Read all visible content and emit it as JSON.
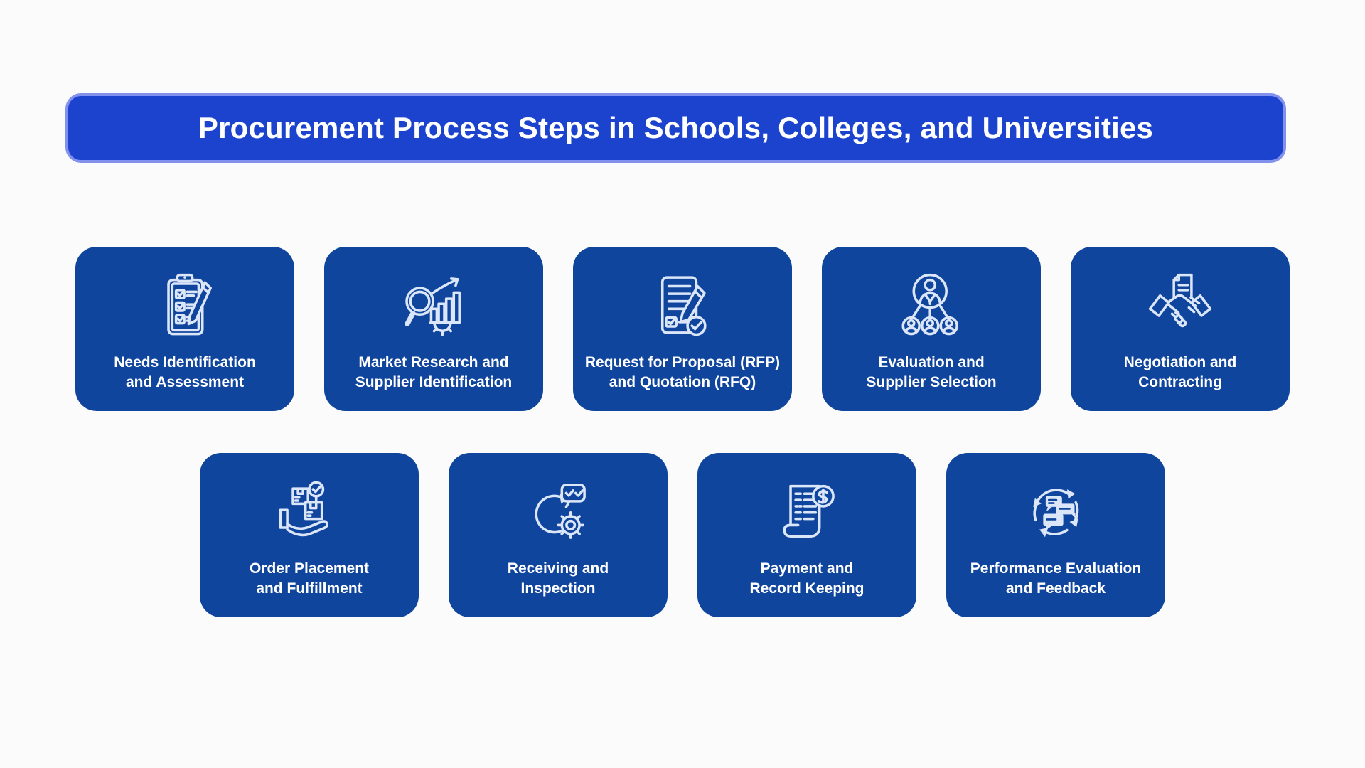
{
  "title": {
    "text": "Procurement Process Steps in Schools, Colleges, and Universities"
  },
  "colors": {
    "page_bg": "#fbfbfb",
    "title_bg": "#1c43cd",
    "title_border": "#8290ee",
    "card_bg": "#10459e",
    "icon_stroke": "#dbe6f9",
    "text": "#ffffff"
  },
  "cards": [
    {
      "icon": "checklist-clipboard-icon",
      "lines": [
        "Needs Identification",
        "and Assessment"
      ]
    },
    {
      "icon": "market-research-magnifier-icon",
      "lines": [
        "Market Research and",
        "Supplier Identification"
      ]
    },
    {
      "icon": "rfp-document-pencil-icon",
      "lines": [
        "Request for Proposal (RFP)",
        "and Quotation (RFQ)"
      ]
    },
    {
      "icon": "supplier-org-chart-icon",
      "lines": [
        "Evaluation and",
        "Supplier Selection"
      ]
    },
    {
      "icon": "handshake-contract-icon",
      "lines": [
        "Negotiation and",
        "Contracting"
      ]
    },
    {
      "icon": "hand-package-check-icon",
      "lines": [
        "Order Placement",
        "and Fulfillment"
      ]
    },
    {
      "icon": "inspection-cycle-gear-icon",
      "lines": [
        "Receiving and",
        "Inspection"
      ]
    },
    {
      "icon": "receipt-dollar-icon",
      "lines": [
        "Payment and",
        "Record Keeping"
      ]
    },
    {
      "icon": "feedback-chat-cycle-icon",
      "lines": [
        "Performance Evaluation",
        "and Feedback"
      ]
    }
  ]
}
